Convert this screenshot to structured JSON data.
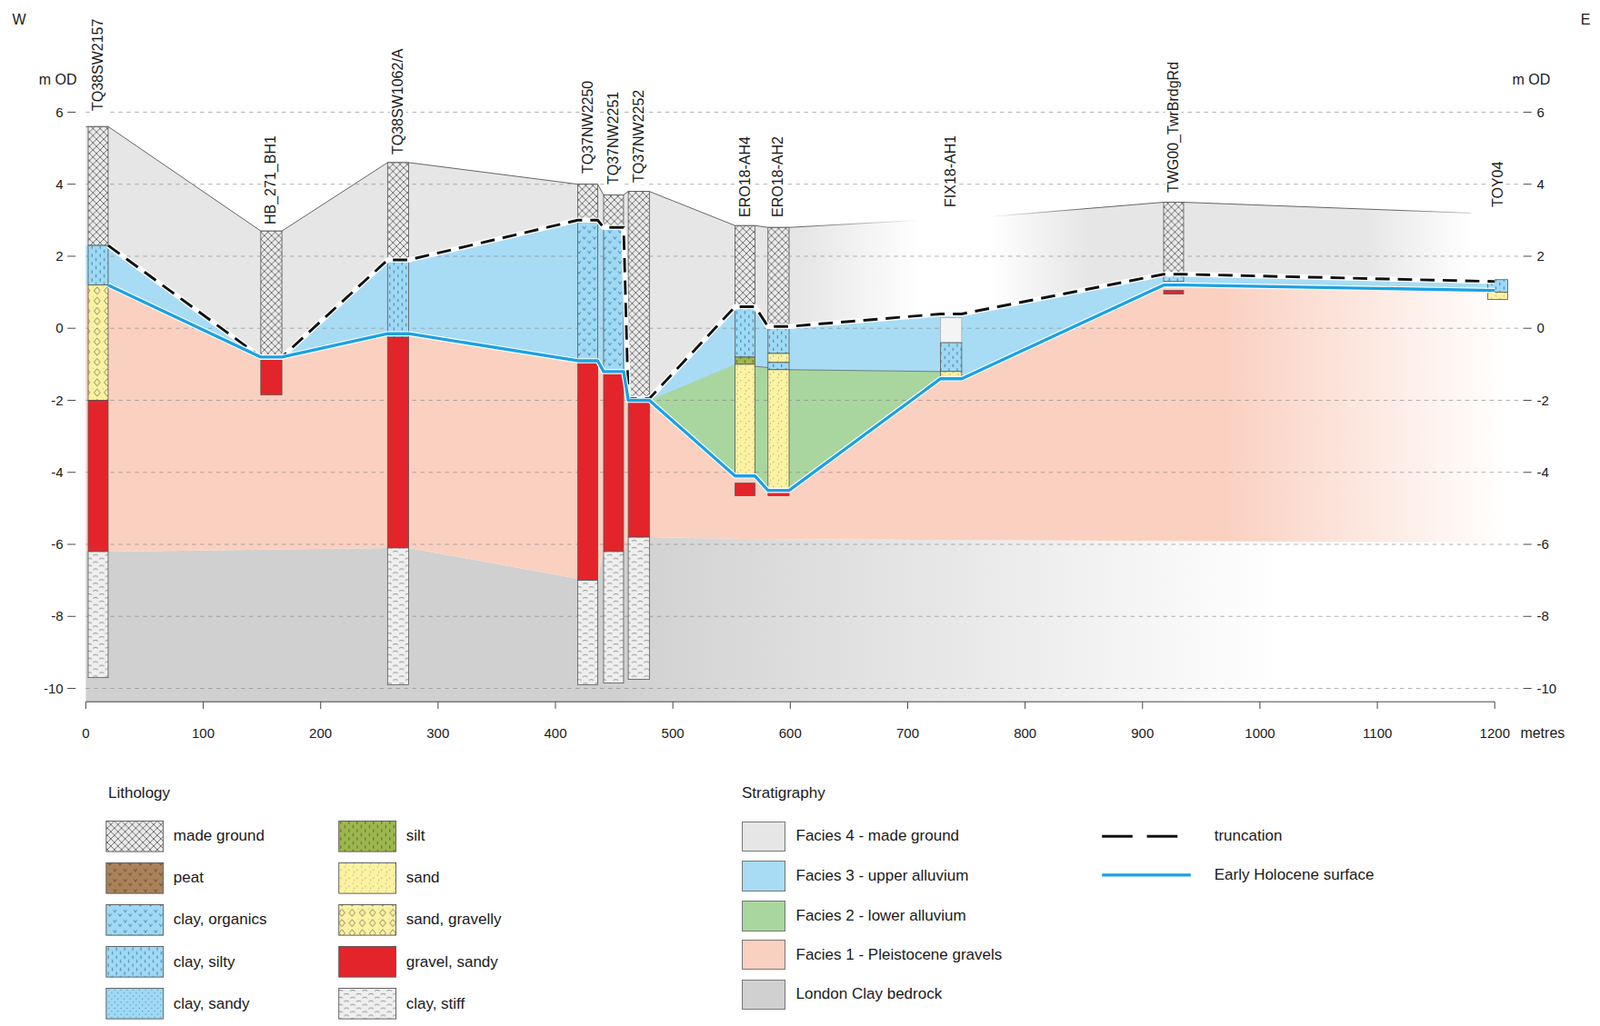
{
  "diagram": {
    "labels": [
      "W",
      "E",
      "m OD",
      "m OD",
      "TQ38SW2157",
      "HB_271_BH1",
      "TQ38SW1062/A",
      "TQ37NW2250",
      "TQ37NW2251",
      "TQ37NW2252",
      "ERO18-AH4",
      "ERO18-AH2",
      "FIX18-AH1",
      "TWG00_TwrBrdgRd",
      "TOY04",
      "6",
      "4",
      "2",
      "0",
      "-2",
      "-4",
      "-6",
      "-8",
      "-10",
      "6",
      "4",
      "2",
      "0",
      "-2",
      "-4",
      "-6",
      "-8",
      "-10",
      "0",
      "100",
      "200",
      "300",
      "400",
      "500",
      "600",
      "700",
      "800",
      "900",
      "1000",
      "1100",
      "1200",
      "metres",
      "Lithology",
      "Stratigraphy"
    ],
    "legend": [
      {
        "text": "made ground"
      },
      {
        "text": "peat"
      },
      {
        "text": "clay, organics"
      },
      {
        "text": "clay, silty"
      },
      {
        "text": "clay, sandy"
      },
      {
        "text": "silt"
      },
      {
        "text": "sand"
      },
      {
        "text": "sand, gravelly"
      },
      {
        "text": "gravel, sandy"
      },
      {
        "text": "clay, stiff"
      },
      {
        "text": "Facies 4 - made ground",
        "color": "#e6e6e6"
      },
      {
        "text": "Facies 3 - upper alluvium",
        "color": "#a8dcf5"
      },
      {
        "text": "Facies 2 - lower alluvium",
        "color": "#a9d69f"
      },
      {
        "text": "Facies 1 - Pleistocene gravels",
        "color": "#fad0c0"
      },
      {
        "text": "London Clay bedrock",
        "color": "#d0d0d0"
      },
      {
        "text": "truncation"
      },
      {
        "text": "Early Holocene surface"
      }
    ]
  }
}
